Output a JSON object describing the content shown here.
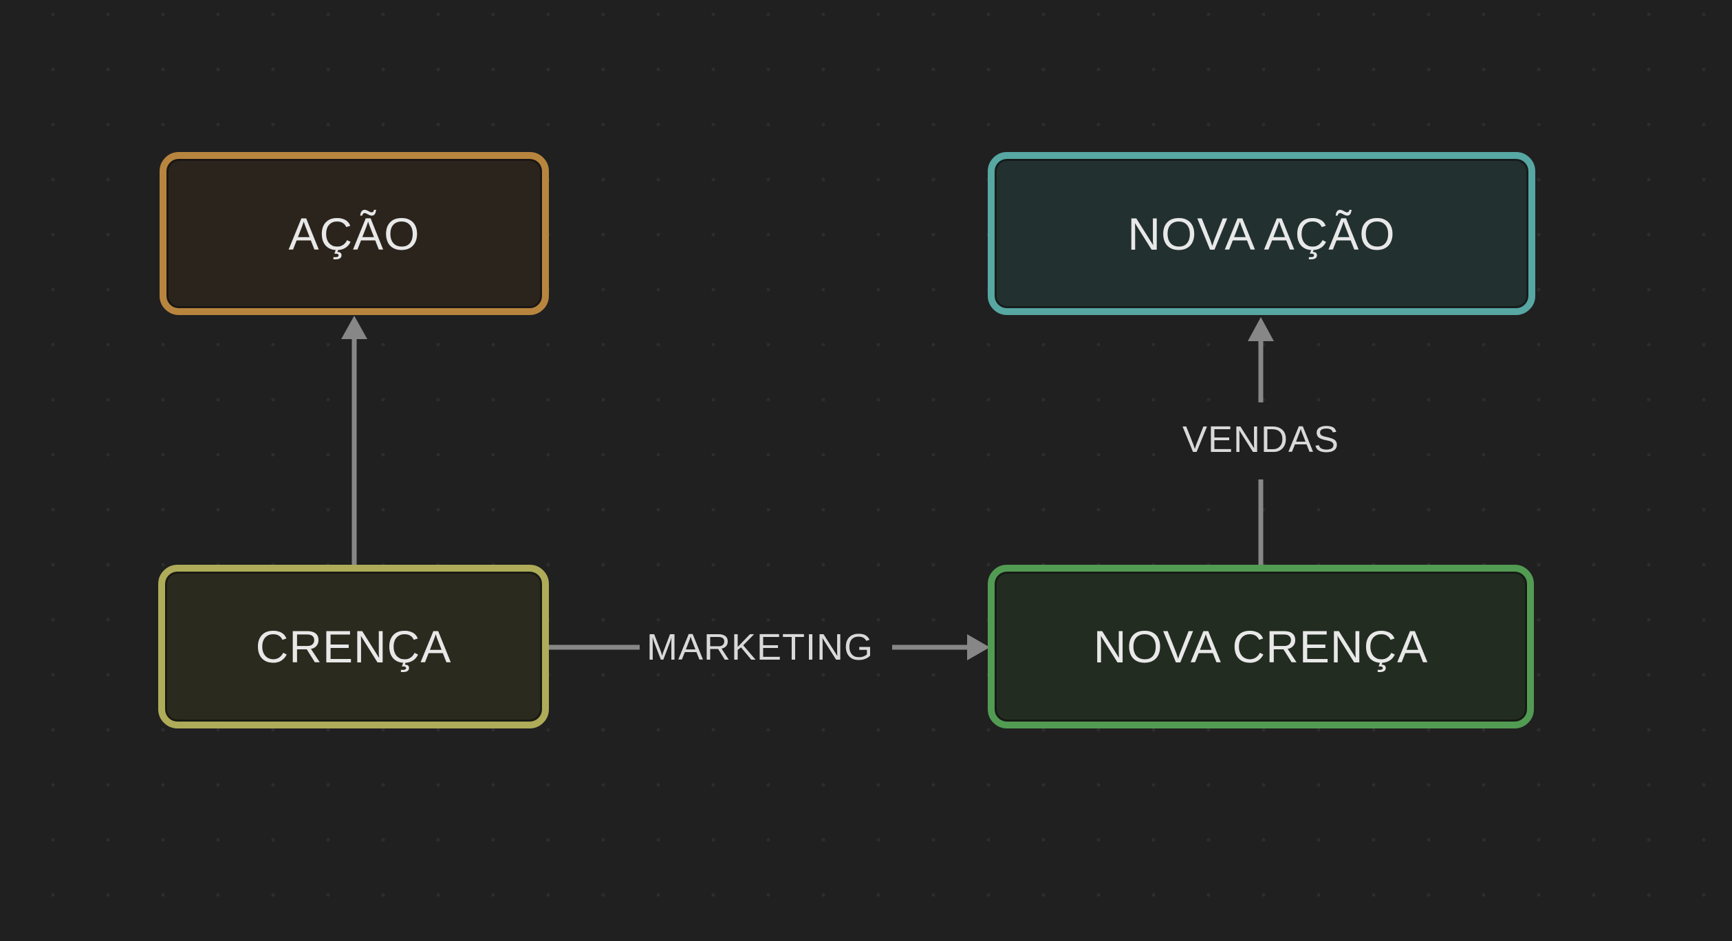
{
  "canvas": {
    "background": "#202020",
    "dot_color": "#2d2d2d"
  },
  "theme": {
    "node_text_color": "#e8e8e8",
    "edge_label_color": "#d9d9d9",
    "arrow_color": "#878787"
  },
  "nodes": [
    {
      "id": "acao",
      "label": "AÇÃO",
      "border": "#b8853f",
      "fill": "#2b241d"
    },
    {
      "id": "nova-acao",
      "label": "NOVA AÇÃO",
      "border": "#57a7a3",
      "fill": "#223030"
    },
    {
      "id": "crenca",
      "label": "CRENÇA",
      "border": "#aeac59",
      "fill": "#2b2a1e"
    },
    {
      "id": "nova-crenca",
      "label": "NOVA CRENÇA",
      "border": "#529b53",
      "fill": "#232c21"
    }
  ],
  "edges": [
    {
      "from": "crenca",
      "to": "acao",
      "label": ""
    },
    {
      "from": "crenca",
      "to": "nova-crenca",
      "label": "MARKETING"
    },
    {
      "from": "nova-crenca",
      "to": "nova-acao",
      "label": "VENDAS"
    }
  ]
}
